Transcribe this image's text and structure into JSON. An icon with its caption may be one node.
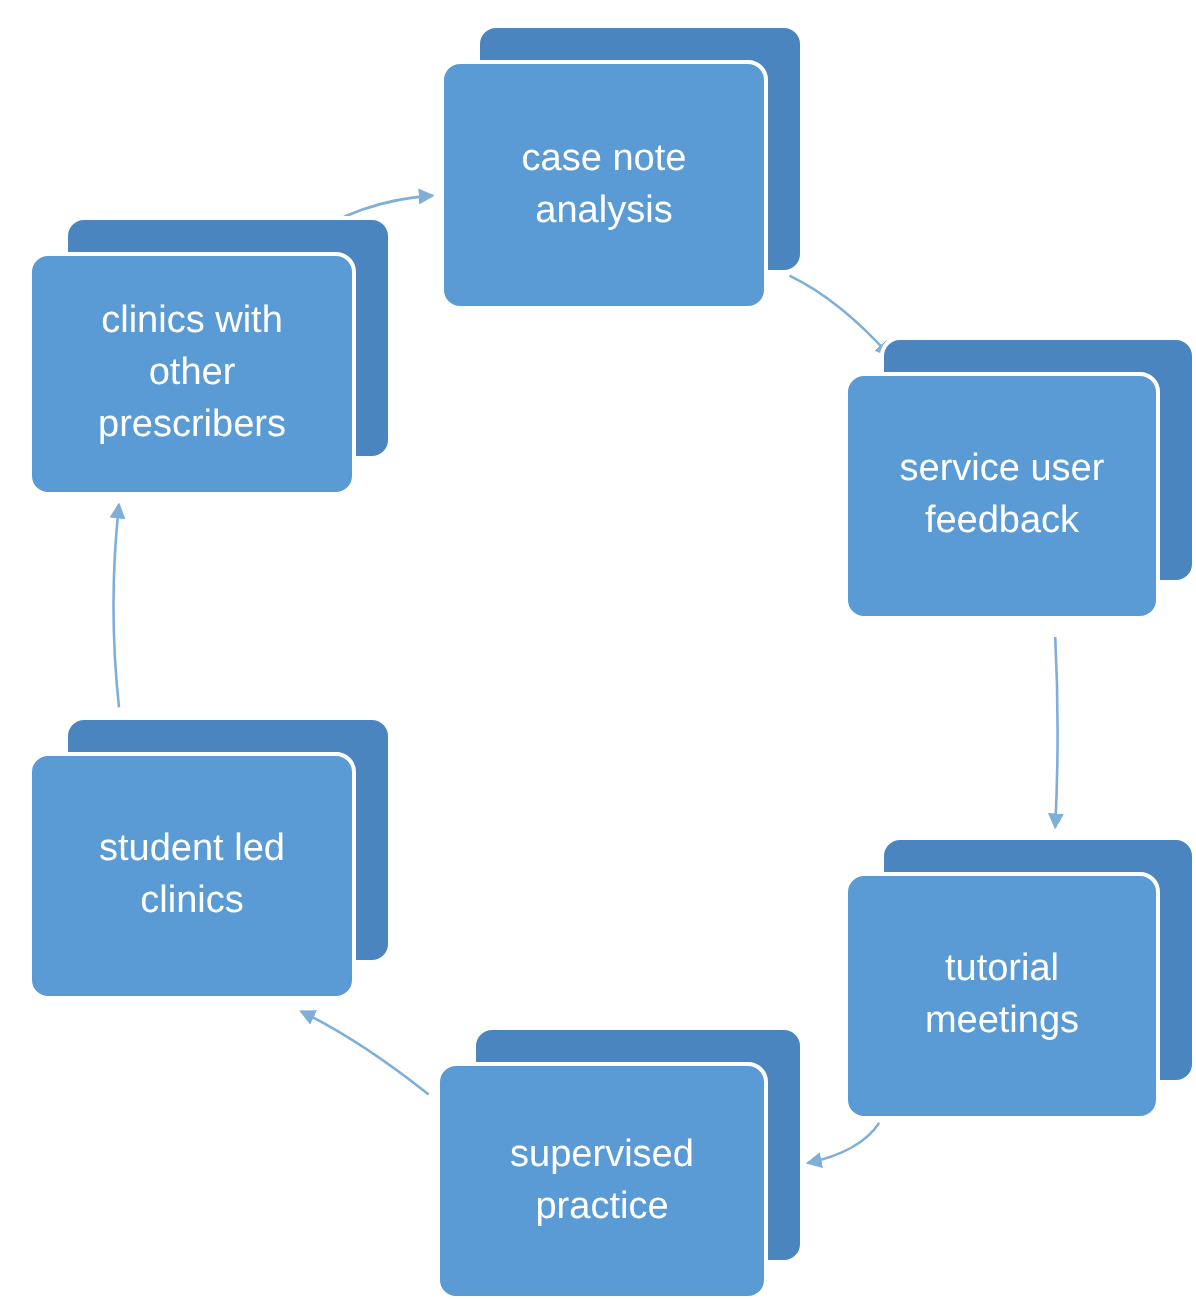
{
  "diagram": {
    "nodes": [
      {
        "text": [
          "case note analysis"
        ]
      },
      {
        "text": [
          "service user feedback"
        ]
      },
      {
        "text": [
          "tutorial meetings"
        ]
      },
      {
        "text": [
          "supervised practice"
        ]
      },
      {
        "text": [
          "student led clinics"
        ]
      },
      {
        "text": [
          "clinics with other prescribers"
        ]
      }
    ],
    "edges": [
      {
        "from": 0,
        "to": 1,
        "arrow": "to"
      },
      {
        "from": 1,
        "to": 2,
        "arrow": "to"
      },
      {
        "from": 2,
        "to": 3,
        "arrow": "to"
      },
      {
        "from": 3,
        "to": 4,
        "arrow": "to"
      },
      {
        "from": 4,
        "to": 5,
        "arrow": "to"
      },
      {
        "from": 5,
        "to": 0,
        "arrow": "to"
      }
    ]
  }
}
